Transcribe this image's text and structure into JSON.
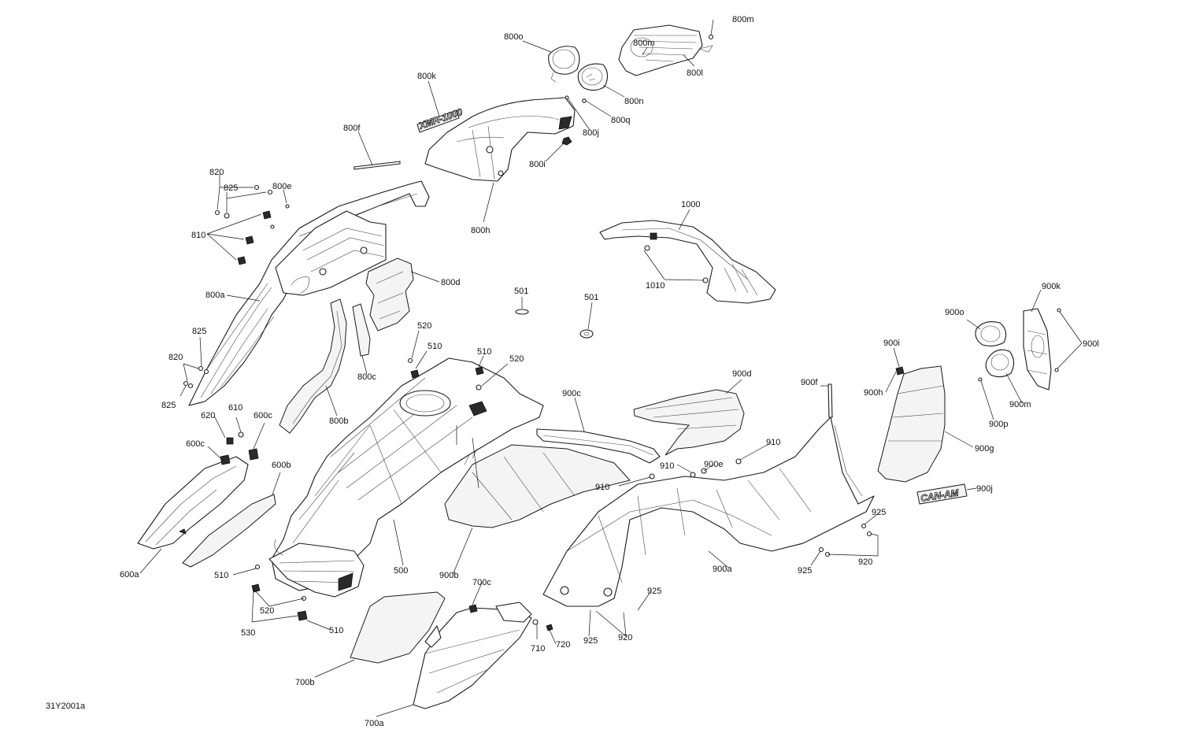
{
  "diagram": {
    "reference": "31Y2001a",
    "labels": [
      {
        "id": "800m_a",
        "text": "800m"
      },
      {
        "id": "800m_b",
        "text": "800m"
      },
      {
        "id": "800o",
        "text": "800o"
      },
      {
        "id": "800l",
        "text": "800l"
      },
      {
        "id": "800n",
        "text": "800n"
      },
      {
        "id": "800q",
        "text": "800q"
      },
      {
        "id": "800k",
        "text": "800k"
      },
      {
        "id": "800j",
        "text": "800j"
      },
      {
        "id": "800i",
        "text": "800i"
      },
      {
        "id": "800f",
        "text": "800f"
      },
      {
        "id": "800h",
        "text": "800h"
      },
      {
        "id": "820_a",
        "text": "820"
      },
      {
        "id": "825_a",
        "text": "825"
      },
      {
        "id": "800e",
        "text": "800e"
      },
      {
        "id": "810",
        "text": "810"
      },
      {
        "id": "800a",
        "text": "800a"
      },
      {
        "id": "800d",
        "text": "800d"
      },
      {
        "id": "1000",
        "text": "1000"
      },
      {
        "id": "1010",
        "text": "1010"
      },
      {
        "id": "501_a",
        "text": "501"
      },
      {
        "id": "501_b",
        "text": "501"
      },
      {
        "id": "825_b",
        "text": "825"
      },
      {
        "id": "820_b",
        "text": "820"
      },
      {
        "id": "825_c",
        "text": "825"
      },
      {
        "id": "520_a",
        "text": "520"
      },
      {
        "id": "510_a",
        "text": "510"
      },
      {
        "id": "510_b",
        "text": "510"
      },
      {
        "id": "520_b",
        "text": "520"
      },
      {
        "id": "800c",
        "text": "800c"
      },
      {
        "id": "800b",
        "text": "800b"
      },
      {
        "id": "620",
        "text": "620"
      },
      {
        "id": "610",
        "text": "610"
      },
      {
        "id": "600c_a",
        "text": "600c"
      },
      {
        "id": "600c_b",
        "text": "600c"
      },
      {
        "id": "600b",
        "text": "600b"
      },
      {
        "id": "600a",
        "text": "600a"
      },
      {
        "id": "900c",
        "text": "900c"
      },
      {
        "id": "900d",
        "text": "900d"
      },
      {
        "id": "900f",
        "text": "900f"
      },
      {
        "id": "900i",
        "text": "900i"
      },
      {
        "id": "900h",
        "text": "900h"
      },
      {
        "id": "900o",
        "text": "900o"
      },
      {
        "id": "900k",
        "text": "900k"
      },
      {
        "id": "900l",
        "text": "900l"
      },
      {
        "id": "900m",
        "text": "900m"
      },
      {
        "id": "900p",
        "text": "900p"
      },
      {
        "id": "900g",
        "text": "900g"
      },
      {
        "id": "900j",
        "text": "900j"
      },
      {
        "id": "910_a",
        "text": "910"
      },
      {
        "id": "910_b",
        "text": "910"
      },
      {
        "id": "910_c",
        "text": "910"
      },
      {
        "id": "900e",
        "text": "900e"
      },
      {
        "id": "925_a",
        "text": "925"
      },
      {
        "id": "925_b",
        "text": "925"
      },
      {
        "id": "920_a",
        "text": "920"
      },
      {
        "id": "900a",
        "text": "900a"
      },
      {
        "id": "900b",
        "text": "900b"
      },
      {
        "id": "500",
        "text": "500"
      },
      {
        "id": "510_c",
        "text": "510"
      },
      {
        "id": "520_c",
        "text": "520"
      },
      {
        "id": "530",
        "text": "530"
      },
      {
        "id": "510_d",
        "text": "510"
      },
      {
        "id": "700c",
        "text": "700c"
      },
      {
        "id": "710",
        "text": "710"
      },
      {
        "id": "720",
        "text": "720"
      },
      {
        "id": "925_c",
        "text": "925"
      },
      {
        "id": "925_d",
        "text": "925"
      },
      {
        "id": "920_b",
        "text": "920"
      },
      {
        "id": "700b",
        "text": "700b"
      },
      {
        "id": "700a",
        "text": "700a"
      }
    ],
    "decals": {
      "front": "XMR-1000",
      "rear": "CAN-AM"
    }
  }
}
